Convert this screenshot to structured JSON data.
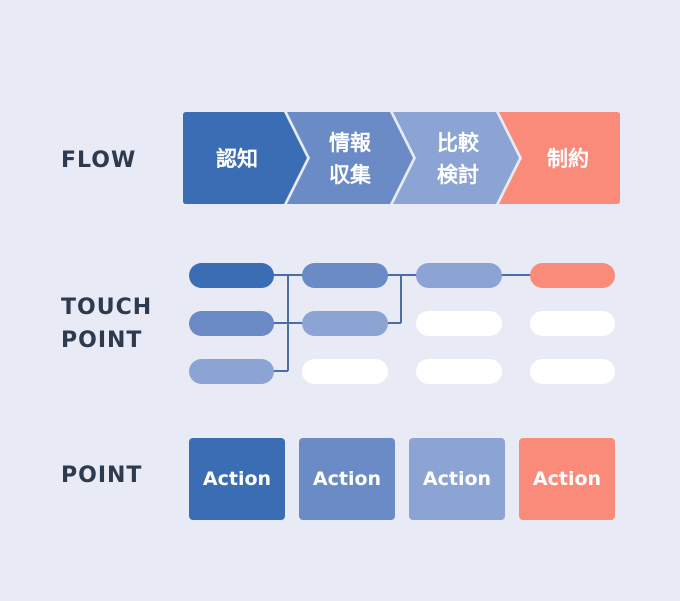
{
  "labels": {
    "flow": "FLOW",
    "touch_point": "TOUCH\nPOINT",
    "point": "POINT"
  },
  "flow_steps": [
    {
      "lines": [
        "認知"
      ],
      "color": "#3a6db3"
    },
    {
      "lines": [
        "情報",
        "収集"
      ],
      "color": "#6a8bc5"
    },
    {
      "lines": [
        "比較",
        "検討"
      ],
      "color": "#8ba4d3"
    },
    {
      "lines": [
        "制約"
      ],
      "color": "#fa8b7b"
    }
  ],
  "touch_point_colors": [
    "#3a6db3",
    "#6a8bc5",
    "#8ba4d3",
    "#ffffff",
    "#fa8b7b"
  ],
  "actions": [
    {
      "label": "Action",
      "color": "#3a6db3"
    },
    {
      "label": "Action",
      "color": "#6a8bc5"
    },
    {
      "label": "Action",
      "color": "#8ba4d3"
    },
    {
      "label": "Action",
      "color": "#fa8b7b"
    }
  ],
  "connector_color": "#4a6fa8"
}
